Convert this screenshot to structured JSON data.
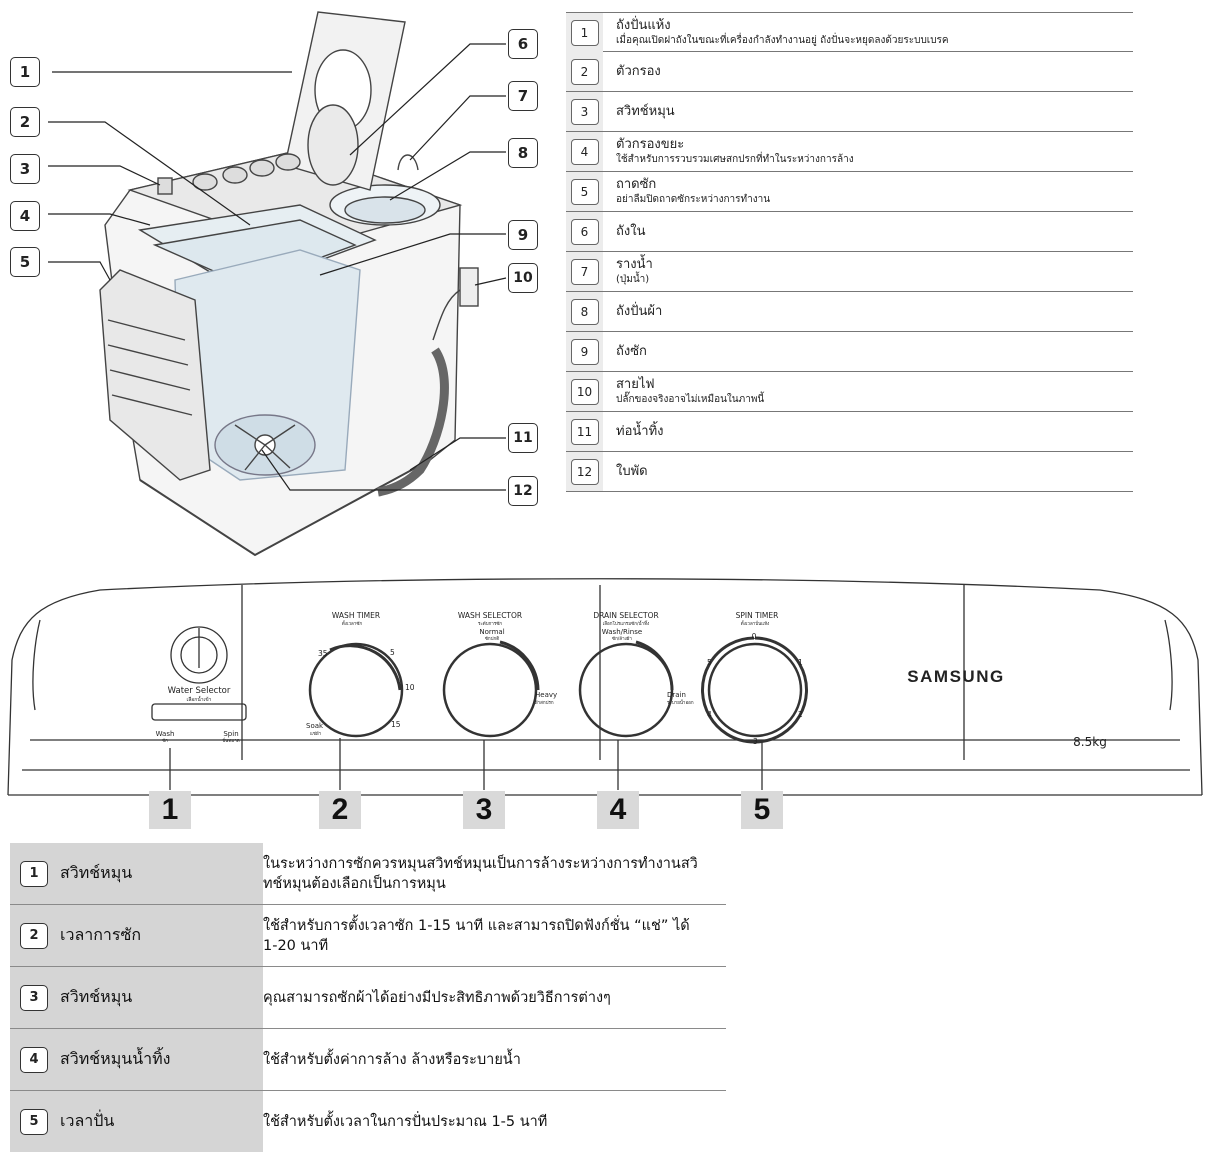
{
  "parts": [
    {
      "num": "1",
      "title": "ถังปั่นแห้ง",
      "desc": "เมื่อคุณเปิดฝาถังในขณะที่เครื่องกำลังทำงานอยู่ ถังปั่นจะหยุดลงด้วยระบบเบรค"
    },
    {
      "num": "2",
      "title": "ตัวกรอง",
      "desc": ""
    },
    {
      "num": "3",
      "title": "สวิทช์หมุน",
      "desc": ""
    },
    {
      "num": "4",
      "title": "ตัวกรองขยะ",
      "desc": "ใช้สำหรับการรวบรวมเศษสกปรกที่ทำในระหว่างการล้าง"
    },
    {
      "num": "5",
      "title": "ถาดซัก",
      "desc": "อย่าลืมปิดถาดซักระหว่างการทำงาน"
    },
    {
      "num": "6",
      "title": "ถังใน",
      "desc": ""
    },
    {
      "num": "7",
      "title": "รางน้ำ",
      "desc": "(ปุ่มน้ำ)"
    },
    {
      "num": "8",
      "title": "ถังปั่นผ้า",
      "desc": ""
    },
    {
      "num": "9",
      "title": "ถังซัก",
      "desc": ""
    },
    {
      "num": "10",
      "title": "สายไฟ",
      "desc": "ปลั๊กของจริงอาจไม่เหมือนในภาพนี้"
    },
    {
      "num": "11",
      "title": "ท่อน้ำทิ้ง",
      "desc": ""
    },
    {
      "num": "12",
      "title": "ใบพัด",
      "desc": ""
    }
  ],
  "diagram_callouts": [
    "1",
    "2",
    "3",
    "4",
    "5",
    "6",
    "7",
    "8",
    "9",
    "10",
    "11",
    "12"
  ],
  "panel": {
    "brand": "SAMSUNG",
    "capacity": "8.5kg",
    "water_selector": {
      "label": "Water Selector",
      "sub": "เลือกน้ำเข้า",
      "wash": "Wash",
      "wash_sub": "ซัก",
      "spin": "Spin",
      "spin_sub": "ปั่นหมาด"
    },
    "wash_timer": {
      "title": "WASH TIMER",
      "sub": "ตั้งเวลาซัก",
      "t35": "35",
      "t5": "5",
      "t10": "10",
      "t15": "15",
      "soak": "Soak",
      "soak_sub": "แช่ผ้า"
    },
    "wash_selector": {
      "title": "WASH SELECTOR",
      "sub": "ระดับการซัก",
      "normal": "Normal",
      "normal_sub": "ซักปกติ",
      "heavy": "Heavy",
      "heavy_sub": "ผ้าสกปรก"
    },
    "drain_selector": {
      "title": "DRAIN SELECTOR",
      "sub": "เลือกโปรแกรมซัก/น้ำทิ้ง",
      "wash_rinse": "Wash/Rinse",
      "wash_rinse_sub": "ซัก/ล้างผ้า",
      "drain": "Drain",
      "drain_sub": "ระบายน้ำออก"
    },
    "spin_timer": {
      "title": "SPIN TIMER",
      "sub": "ตั้งเวลาปั่นแห้ง",
      "s0": "0",
      "s1": "1",
      "s2": "2",
      "s3": "3",
      "s4": "4",
      "s5": "5"
    },
    "numbers": [
      "1",
      "2",
      "3",
      "4",
      "5"
    ]
  },
  "controls": [
    {
      "num": "1",
      "name": "สวิทช์หมุน",
      "desc": "ในระหว่างการซักควรหมุนสวิทช์หมุนเป็นการล้างระหว่างการทำงานสวิทช์หมุนต้องเลือกเป็นการหมุน"
    },
    {
      "num": "2",
      "name": "เวลาการซัก",
      "desc": "ใช้สำหรับการตั้งเวลาซัก 1-15 นาที และสามารถปิดฟังก์ชั่น “แช่” ได้ 1-20 นาที"
    },
    {
      "num": "3",
      "name": "สวิทช์หมุน",
      "desc": "คุณสามารถซักผ้าได้อย่างมีประสิทธิภาพด้วยวิธีการต่างๆ"
    },
    {
      "num": "4",
      "name": "สวิทช์หมุนน้ำทิ้ง",
      "desc": "ใช้สำหรับตั้งค่าการล้าง ล้างหรือระบายน้ำ"
    },
    {
      "num": "5",
      "name": "เวลาปั่น",
      "desc": "ใช้สำหรับตั้งเวลาในการปั่นประมาณ 1-5 นาที"
    }
  ]
}
